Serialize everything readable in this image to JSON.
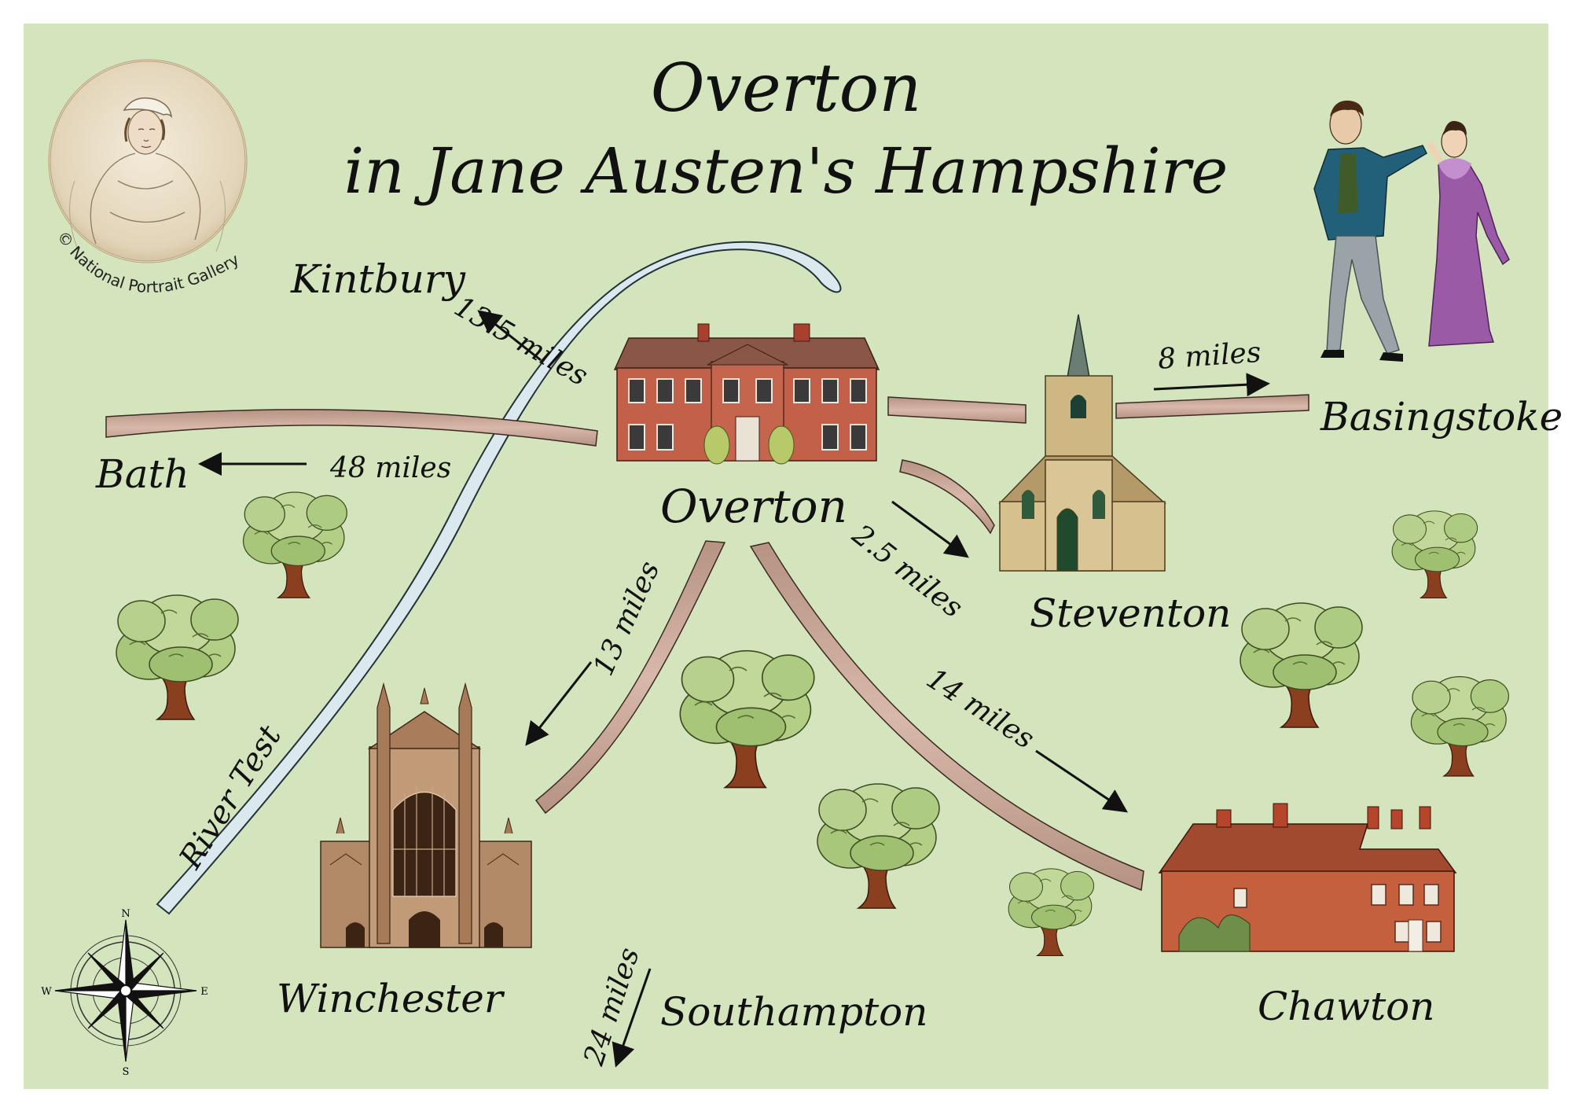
{
  "title": {
    "line1": "Overton",
    "line2": "in Jane Austen's Hampshire"
  },
  "credit": "© National Portrait Gallery",
  "places": {
    "overton": "Overton",
    "kintbury": "Kintbury",
    "bath": "Bath",
    "basingstoke": "Basingstoke",
    "steventon": "Steventon",
    "winchester": "Winchester",
    "southampton": "Southampton",
    "chawton": "Chawton"
  },
  "distances": {
    "kintbury": "13.5 miles",
    "bath": "48 miles",
    "basingstoke": "8 miles",
    "steventon": "2.5 miles",
    "winchester": "13 miles",
    "chawton": "14 miles",
    "southampton": "24 miles"
  },
  "river": "River Test",
  "compass": {
    "n": "N",
    "s": "S",
    "e": "E",
    "w": "W"
  },
  "icons": {
    "portrait": "portrait-medallion-icon",
    "dancers": "regency-dancers-icon",
    "overton_house": "brick-house-icon",
    "steventon_church": "church-icon",
    "winchester_cathedral": "cathedral-icon",
    "chawton_house": "cottage-icon",
    "tree": "oak-tree-icon",
    "compass": "compass-rose-icon"
  },
  "colors": {
    "background": "#d4e4bd",
    "road": "#c8a698",
    "river": "#dbe9ef",
    "ink": "#111111"
  }
}
